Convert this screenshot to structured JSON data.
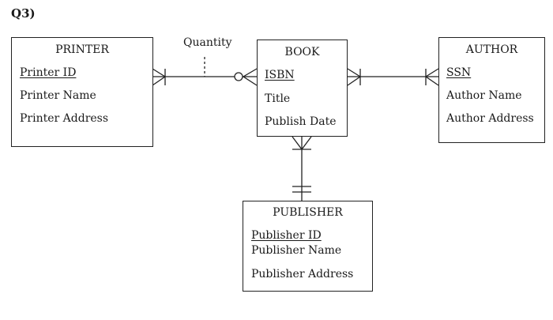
{
  "question_label": "Q3)",
  "relationship_label": "Quantity",
  "entities": {
    "printer": {
      "name": "PRINTER",
      "key": "Printer ID",
      "attributes": [
        "Printer Name",
        "Printer Address"
      ]
    },
    "book": {
      "name": "BOOK",
      "key": "ISBN",
      "attributes": [
        "Title",
        "Publish Date"
      ]
    },
    "author": {
      "name": "AUTHOR",
      "key": "SSN",
      "attributes": [
        "Author Name",
        "Author Address"
      ]
    },
    "publisher": {
      "name": "PUBLISHER",
      "key": "Publisher ID",
      "attributes": [
        "Publisher Name",
        "Publisher Address"
      ]
    }
  },
  "colors": {
    "line": "#222222",
    "text": "#1a1a1a",
    "background": "#ffffff"
  }
}
